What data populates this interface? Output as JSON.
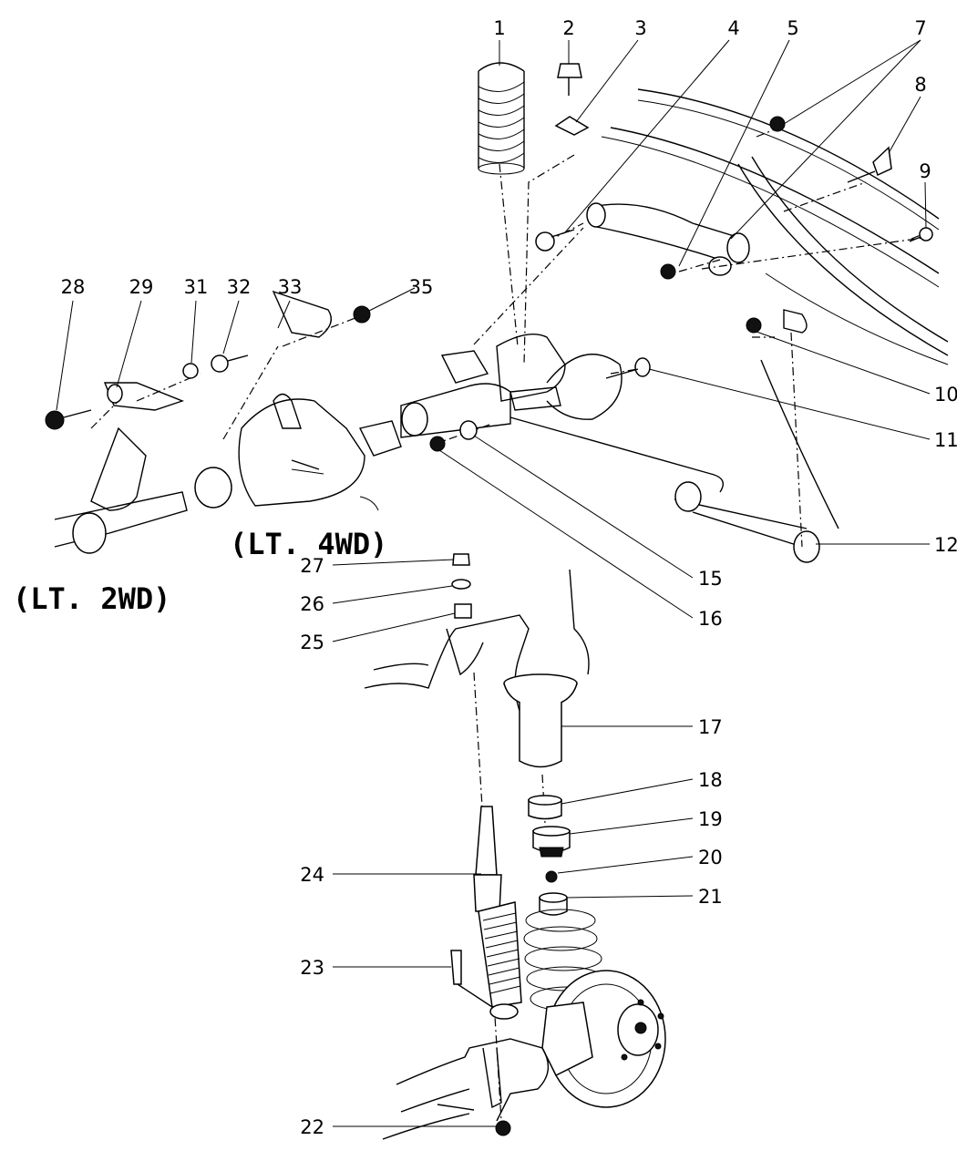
{
  "callouts": {
    "c1": "1",
    "c2": "2",
    "c3": "3",
    "c4": "4",
    "c5": "5",
    "c7": "7",
    "c8": "8",
    "c9": "9",
    "c10": "10",
    "c11": "11",
    "c12": "12",
    "c15": "15",
    "c16": "16",
    "c17": "17",
    "c18": "18",
    "c19": "19",
    "c20": "20",
    "c21": "21",
    "c22": "22",
    "c23": "23",
    "c24": "24",
    "c25": "25",
    "c26": "26",
    "c27": "27",
    "c28": "28",
    "c29": "29",
    "c31": "31",
    "c32": "32",
    "c33": "33",
    "c35": "35"
  },
  "captions": {
    "lt_4wd": "(LT. 4WD)",
    "lt_2wd": "(LT. 2WD)"
  }
}
